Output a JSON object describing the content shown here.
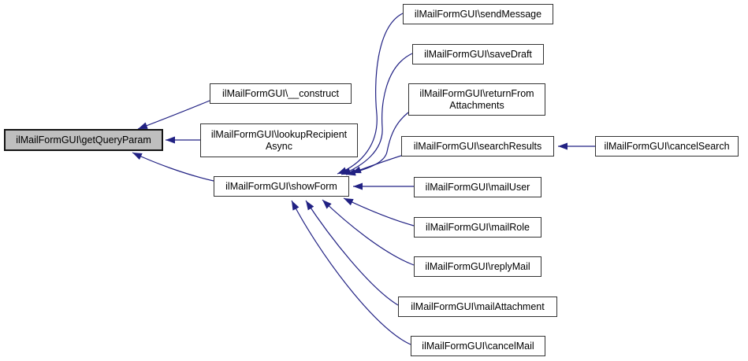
{
  "diagram": {
    "kind": "caller-graph",
    "colors": {
      "background": "#ffffff",
      "edge": "#212183",
      "node_fill": "#ffffff",
      "node_border": "#333333",
      "highlight_fill": "#bfbfbf",
      "highlight_border": "#141414",
      "text": "#000000"
    },
    "nodes": [
      {
        "id": "getQueryParam",
        "highlighted": true,
        "lines": [
          "ilMailFormGUI\\getQueryParam"
        ]
      },
      {
        "id": "construct",
        "highlighted": false,
        "lines": [
          "ilMailFormGUI\\__construct"
        ]
      },
      {
        "id": "lookupRecipientAsync",
        "highlighted": false,
        "lines": [
          "ilMailFormGUI\\lookupRecipient",
          "Async"
        ]
      },
      {
        "id": "showForm",
        "highlighted": false,
        "lines": [
          "ilMailFormGUI\\showForm"
        ]
      },
      {
        "id": "sendMessage",
        "highlighted": false,
        "lines": [
          "ilMailFormGUI\\sendMessage"
        ]
      },
      {
        "id": "saveDraft",
        "highlighted": false,
        "lines": [
          "ilMailFormGUI\\saveDraft"
        ]
      },
      {
        "id": "returnFromAttachments",
        "highlighted": false,
        "lines": [
          "ilMailFormGUI\\returnFrom",
          "Attachments"
        ]
      },
      {
        "id": "searchResults",
        "highlighted": false,
        "lines": [
          "ilMailFormGUI\\searchResults"
        ]
      },
      {
        "id": "cancelSearch",
        "highlighted": false,
        "lines": [
          "ilMailFormGUI\\cancelSearch"
        ]
      },
      {
        "id": "mailUser",
        "highlighted": false,
        "lines": [
          "ilMailFormGUI\\mailUser"
        ]
      },
      {
        "id": "mailRole",
        "highlighted": false,
        "lines": [
          "ilMailFormGUI\\mailRole"
        ]
      },
      {
        "id": "replyMail",
        "highlighted": false,
        "lines": [
          "ilMailFormGUI\\replyMail"
        ]
      },
      {
        "id": "mailAttachment",
        "highlighted": false,
        "lines": [
          "ilMailFormGUI\\mailAttachment"
        ]
      },
      {
        "id": "cancelMail",
        "highlighted": false,
        "lines": [
          "ilMailFormGUI\\cancelMail"
        ]
      }
    ],
    "edges": [
      {
        "from": "construct",
        "to": "getQueryParam"
      },
      {
        "from": "lookupRecipientAsync",
        "to": "getQueryParam"
      },
      {
        "from": "showForm",
        "to": "getQueryParam"
      },
      {
        "from": "sendMessage",
        "to": "showForm"
      },
      {
        "from": "saveDraft",
        "to": "showForm"
      },
      {
        "from": "returnFromAttachments",
        "to": "showForm"
      },
      {
        "from": "searchResults",
        "to": "showForm"
      },
      {
        "from": "mailUser",
        "to": "showForm"
      },
      {
        "from": "mailRole",
        "to": "showForm"
      },
      {
        "from": "replyMail",
        "to": "showForm"
      },
      {
        "from": "mailAttachment",
        "to": "showForm"
      },
      {
        "from": "cancelMail",
        "to": "showForm"
      },
      {
        "from": "cancelSearch",
        "to": "searchResults"
      }
    ]
  }
}
